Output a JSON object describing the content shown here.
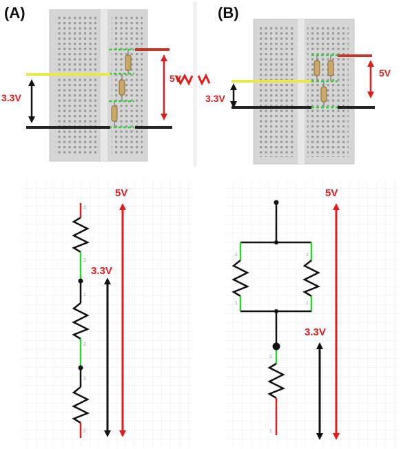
{
  "panels": {
    "a": {
      "label": "(A)",
      "five_volt": "5V",
      "three_volt": "3.3V"
    },
    "b": {
      "label": "(B)",
      "five_volt": "5V",
      "three_volt": "3.3V"
    }
  },
  "schematic_a": {
    "five_volt": "5V",
    "three_volt": "3.3V",
    "pin_labels": [
      "1",
      "2",
      "1",
      "2",
      "1",
      "2"
    ]
  },
  "schematic_b": {
    "five_volt": "5V",
    "three_volt": "3.3V",
    "pin_labels": [
      "2",
      "1",
      "2",
      "1",
      "2",
      "1"
    ]
  },
  "colors": {
    "voltage_label": "#e51b1b",
    "wire_5v": "#c0392b",
    "wire_33v": "#e8e84a",
    "wire_gnd": "#222222",
    "green_wire": "#2fd12f",
    "breadboard": "#d6d6d6",
    "grid": "#e4e8f4",
    "red_arrow": "#e51b1b"
  }
}
